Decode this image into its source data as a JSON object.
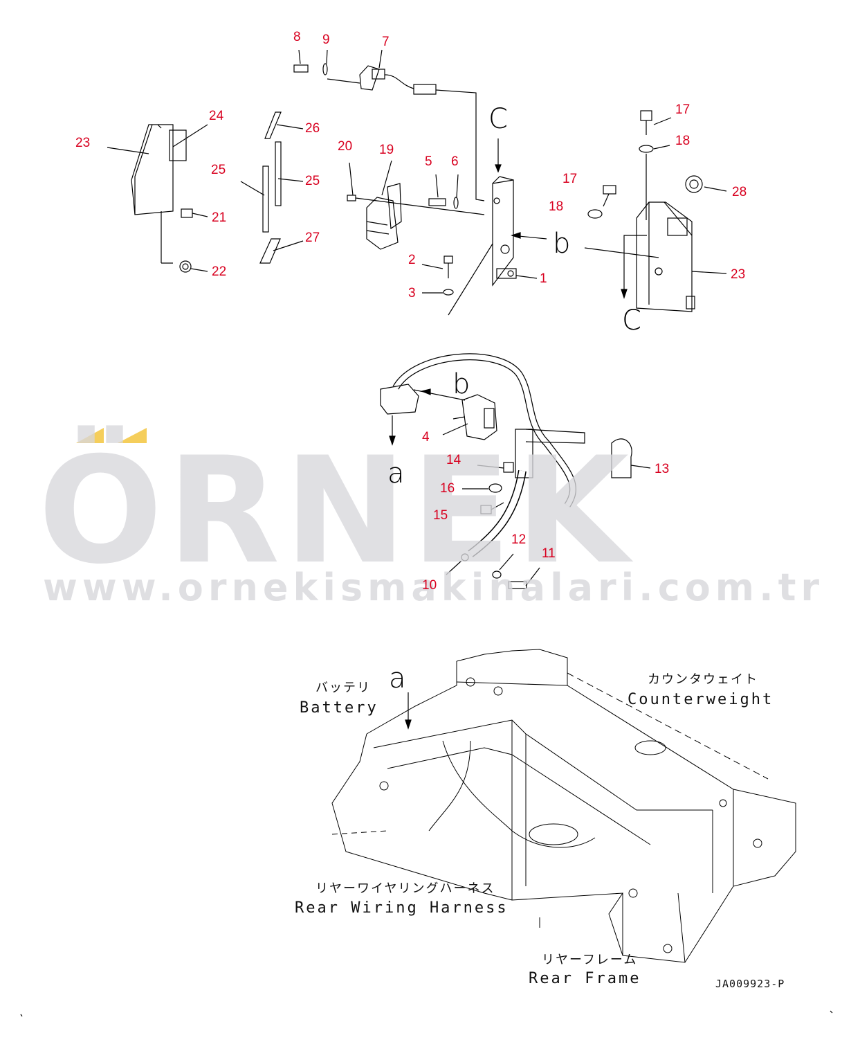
{
  "diagram": {
    "part_numbers": [
      "1",
      "2",
      "3",
      "4",
      "5",
      "6",
      "7",
      "8",
      "9",
      "10",
      "11",
      "12",
      "13",
      "14",
      "15",
      "16",
      "17",
      "17",
      "18",
      "18",
      "19",
      "20",
      "21",
      "22",
      "23",
      "23",
      "24",
      "25",
      "25",
      "26",
      "27",
      "28"
    ],
    "view_letters": {
      "c_top": "C",
      "c_bottom": "C",
      "b_top": "b",
      "b_mid": "b",
      "a_mid": "a",
      "a_bottom": "a"
    },
    "labels": {
      "battery_jp": "バッテリ",
      "battery_en": "Battery",
      "counterweight_jp": "カウンタウェイト",
      "counterweight_en": "Counterweight",
      "harness_jp": "リヤーワイヤリングハーネス",
      "harness_en": "Rear Wiring Harness",
      "frame_jp": "リヤーフレーム",
      "frame_en": "Rear Frame"
    },
    "drawing_code": "JA009923-P"
  },
  "watermark": {
    "brand": "ÖRNEK",
    "url": "www.ornekismakinalari.com.tr",
    "accent_color": "#f3c233",
    "text_color": "#d8d8dc"
  },
  "colors": {
    "part_number": "#d8001f",
    "line": "#000000"
  }
}
